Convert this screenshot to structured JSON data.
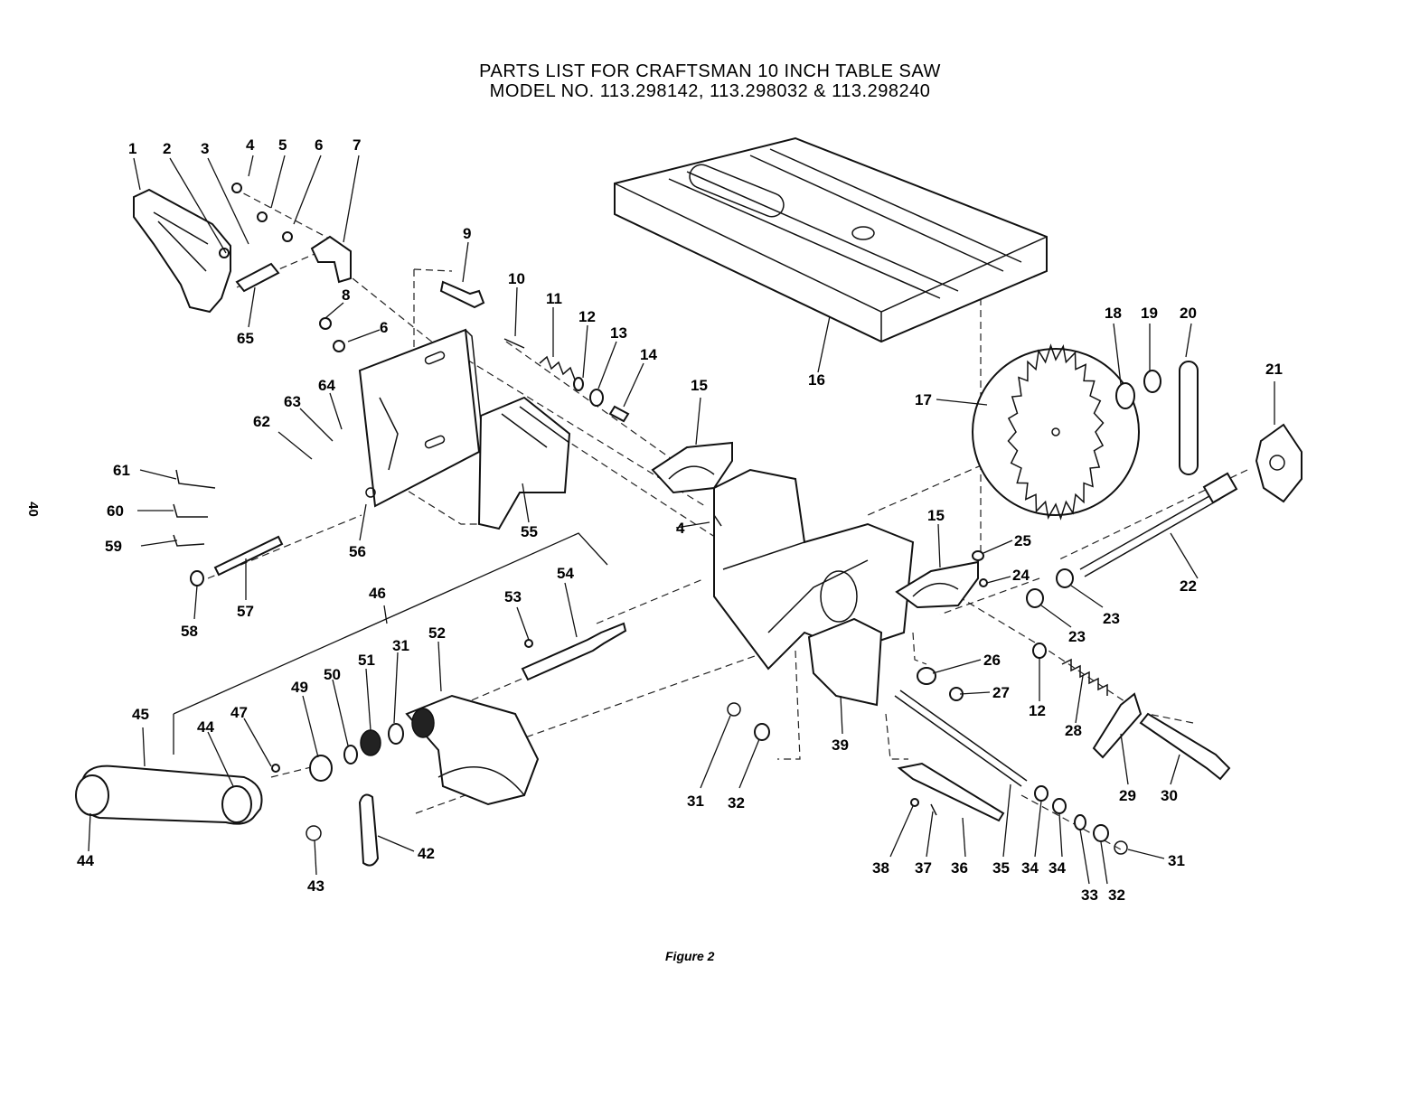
{
  "header": {
    "line1": "PARTS LIST FOR CRAFTSMAN 10 INCH TABLE SAW",
    "line2": "MODEL NO. 113.298142, 113.298032 & 113.298240"
  },
  "page_number": "40",
  "figure_caption": "Figure 2",
  "callouts": {
    "c1": "1",
    "c2": "2",
    "c3": "3",
    "c4a": "4",
    "c4b": "4",
    "c5": "5",
    "c6a": "6",
    "c6b": "6",
    "c7": "7",
    "c8": "8",
    "c9": "9",
    "c10": "10",
    "c11": "11",
    "c12a": "12",
    "c12b": "12",
    "c13": "13",
    "c14": "14",
    "c15a": "15",
    "c15b": "15",
    "c16": "16",
    "c17": "17",
    "c18": "18",
    "c19": "19",
    "c20": "20",
    "c21": "21",
    "c22": "22",
    "c23a": "23",
    "c23b": "23",
    "c24": "24",
    "c25": "25",
    "c26": "26",
    "c27": "27",
    "c28": "28",
    "c29": "29",
    "c30": "30",
    "c31a": "31",
    "c31b": "31",
    "c31c": "31",
    "c32a": "32",
    "c32b": "32",
    "c33": "33",
    "c34a": "34",
    "c34b": "34",
    "c35": "35",
    "c36": "36",
    "c37": "37",
    "c38": "38",
    "c39": "39",
    "c42": "42",
    "c43": "43",
    "c44a": "44",
    "c44b": "44",
    "c45": "45",
    "c46": "46",
    "c47": "47",
    "c49": "49",
    "c50": "50",
    "c51": "51",
    "c52": "52",
    "c53": "53",
    "c54": "54",
    "c55": "55",
    "c56": "56",
    "c57": "57",
    "c58": "58",
    "c59": "59",
    "c60": "60",
    "c61": "61",
    "c62": "62",
    "c63": "63",
    "c64": "64",
    "c65": "65"
  }
}
